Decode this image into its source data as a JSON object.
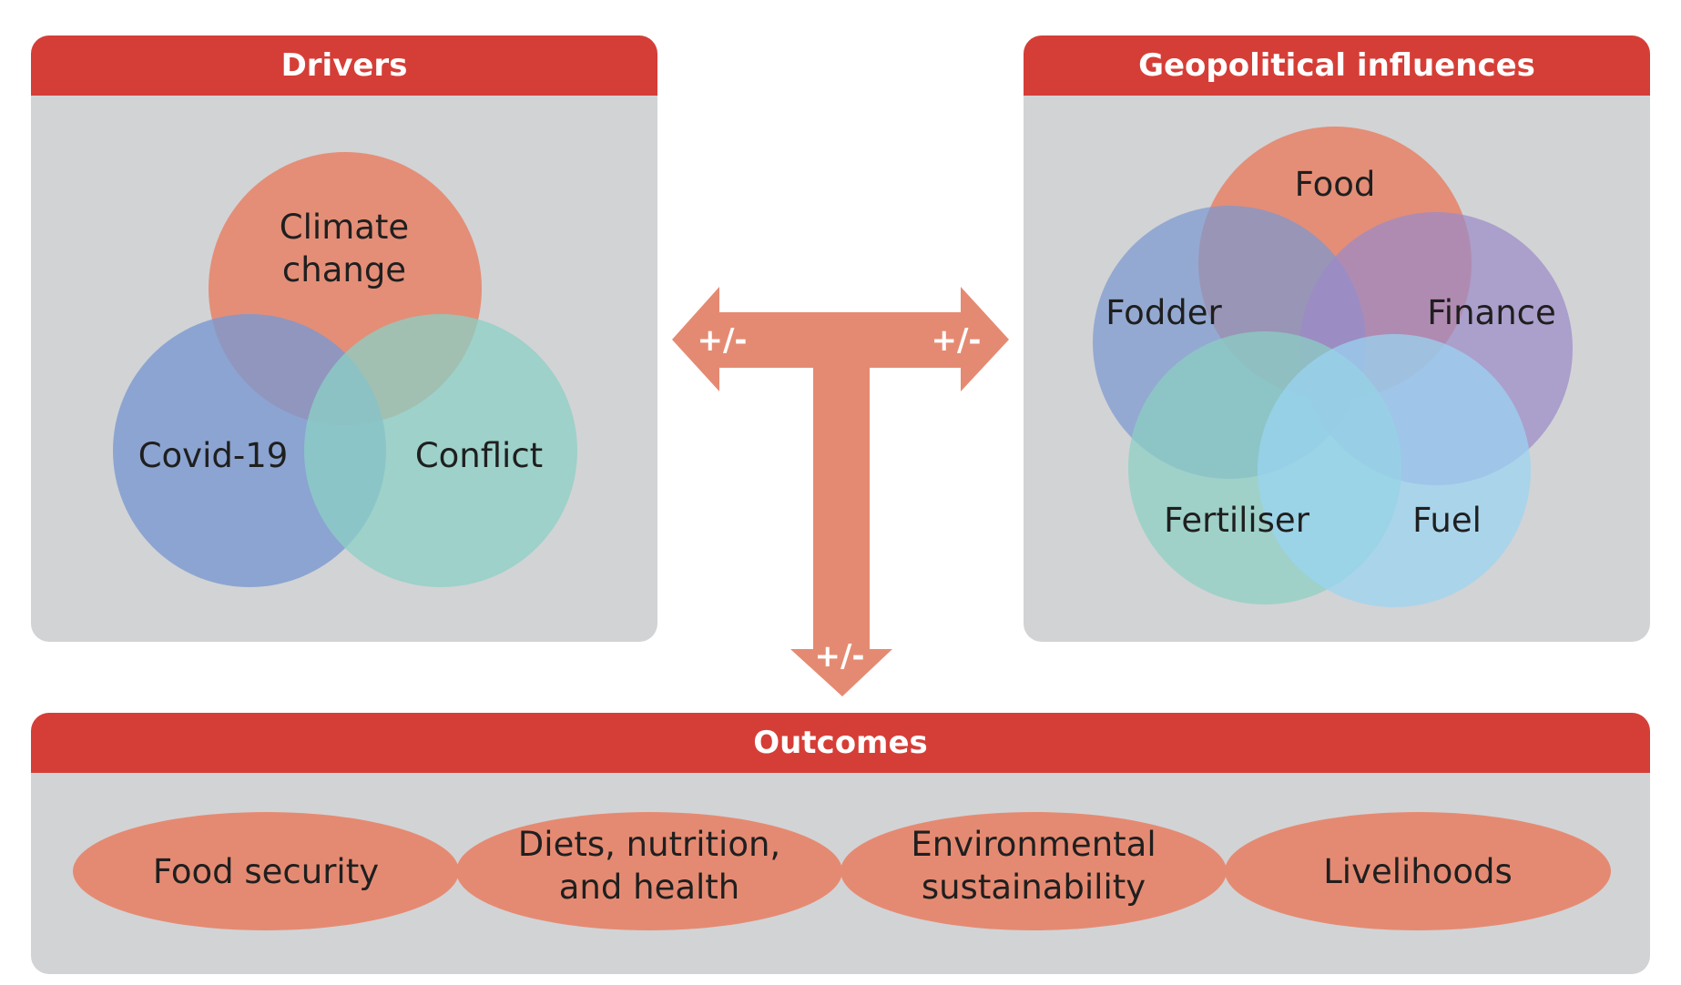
{
  "drivers": {
    "title": "Drivers",
    "circles": {
      "climate_line1": "Climate",
      "climate_line2": "change",
      "covid": "Covid-19",
      "conflict": "Conflict"
    }
  },
  "geopolitical": {
    "title": "Geopolitical influences",
    "circles": {
      "food": "Food",
      "fodder": "Fodder",
      "finance": "Finance",
      "fertiliser": "Fertiliser",
      "fuel": "Fuel"
    }
  },
  "connector": {
    "left_sign": "+/-",
    "right_sign": "+/-",
    "down_sign": "+/-"
  },
  "outcomes": {
    "title": "Outcomes",
    "items": [
      {
        "line1": "Food security",
        "line2": ""
      },
      {
        "line1": "Diets, nutrition,",
        "line2": "and health"
      },
      {
        "line1": "Environmental",
        "line2": "sustainability"
      },
      {
        "line1": "Livelihoods",
        "line2": ""
      }
    ]
  },
  "colors": {
    "header_red": "#d53e37",
    "panel_grey": "#d2d3d5",
    "salmon": "#e58a72",
    "blue": "#7b99d0",
    "teal": "#8bd0c4",
    "purple": "#9b8bc8",
    "light_blue": "#9ad4f2"
  }
}
